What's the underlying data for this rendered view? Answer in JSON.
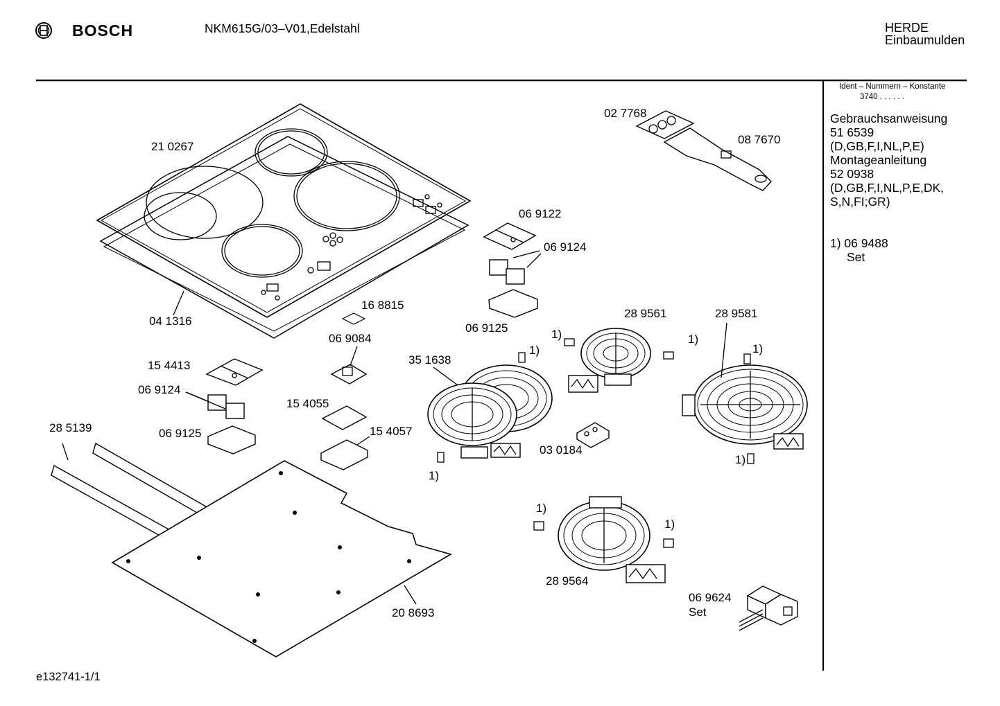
{
  "header": {
    "brand": "BOSCH",
    "model": "NKM615G/03–V01,Edelstahl",
    "category_line1": "HERDE",
    "category_line2": "Einbaumulden"
  },
  "sidebar": {
    "ident_label": "Ident – Nummern – Konstante",
    "ident_value": "3740 .  .  .  .  .  .",
    "lines": [
      "Gebrauchsanweisung",
      "51 6539",
      "(D,GB,F,I,NL,P,E)",
      "Montageanleitung",
      "52 0938",
      "(D,GB,F,I,NL,P,E,DK,",
      "S,N,FI;GR)"
    ],
    "note_number": "1) 06 9488",
    "note_text": "Set"
  },
  "parts": {
    "p210267": "21 0267",
    "p041316": "04 1316",
    "p027768": "02 7768",
    "p087670": "08 7670",
    "p069122": "06 9122",
    "p069124a": "06 9124",
    "p069125a": "06 9125",
    "p168815": "16 8815",
    "p069084": "06 9084",
    "p154413": "15 4413",
    "p069124b": "06 9124",
    "p069125b": "06 9125",
    "p154055": "15 4055",
    "p154057": "15 4057",
    "p285139": "28 5139",
    "p208693": "20 8693",
    "p351638": "35 1638",
    "p289561": "28 9561",
    "p289581": "28 9581",
    "p030184": "03 0184",
    "p289564": "28 9564",
    "p069624": "06 9624",
    "p069624_set": "Set"
  },
  "footnote_marker": "1)",
  "footer": {
    "doc_id": "e132741-1/1"
  }
}
